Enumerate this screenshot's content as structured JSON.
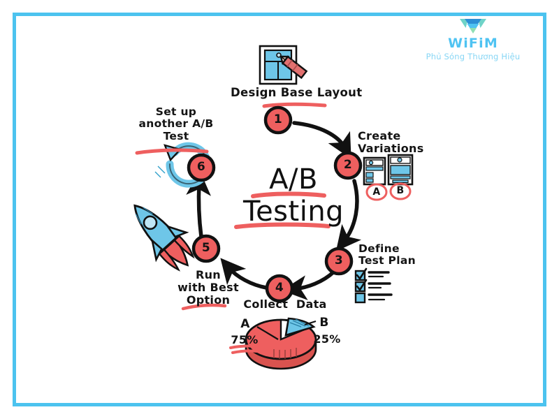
{
  "page": {
    "background": "#ffffff",
    "frame_color": "#4cc3ef"
  },
  "brand": {
    "name": "WiFiM",
    "tagline": "Phủ Sóng Thương Hiệu",
    "logo_icon": "wifim-butterfly-logo-icon",
    "color": "#4fc3f2",
    "tagline_color": "#87d6f5"
  },
  "diagram": {
    "title_line1": "A/B",
    "title_line2": "Testing",
    "accent_color": "#ee5f5f",
    "ink_color": "#141414",
    "blue_color": "#5bc2e7",
    "steps": [
      {
        "number": "1",
        "label": "Design Base Layout",
        "icon": "page-with-pencil-icon",
        "underlined": true
      },
      {
        "number": "2",
        "label": "Create\nVariations",
        "icon": "two-page-variants-icon",
        "variant_a": "A",
        "variant_b": "B"
      },
      {
        "number": "3",
        "label": "Define\nTest Plan",
        "icon": "checklist-icon"
      },
      {
        "number": "4",
        "label": "Collect  Data",
        "icon": "pie-chart-icon"
      },
      {
        "number": "5",
        "label": "Run\nwith Best\nOption",
        "icon": "rocket-icon",
        "underlined": true
      },
      {
        "number": "6",
        "label": "Set up\nanother A/B\nTest",
        "icon": "circular-refresh-arrow-icon",
        "underlined": true
      }
    ],
    "chart_data": {
      "type": "pie",
      "title": "Collect  Data",
      "categories": [
        "A",
        "B"
      ],
      "values": [
        75,
        25
      ],
      "labels": [
        "75%",
        "25%"
      ],
      "colors": [
        "#ee5f5f",
        "#5bc2e7"
      ],
      "exploded_slice": "B"
    }
  }
}
